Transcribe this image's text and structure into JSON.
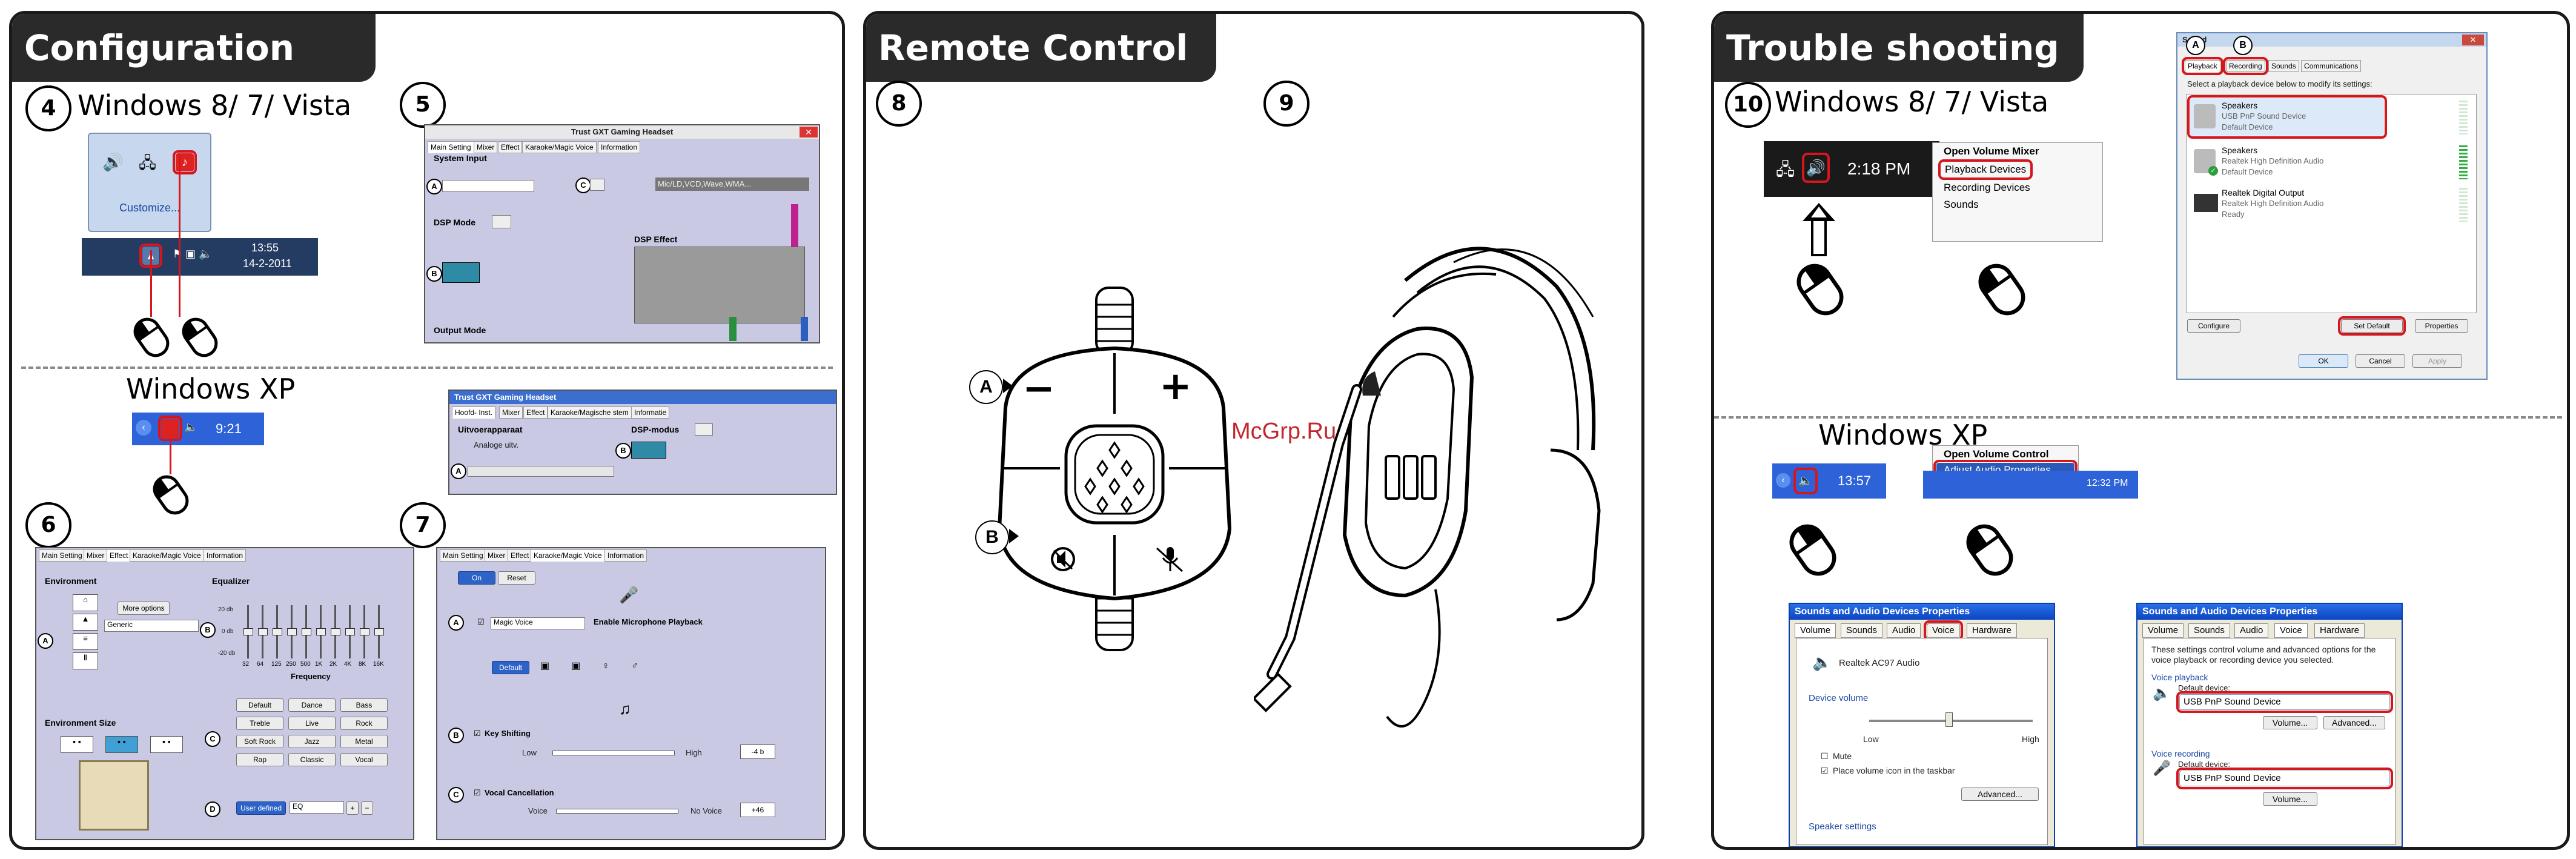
{
  "config": {
    "title": "Configuration",
    "s4": {
      "num": "4",
      "label": "Windows 8/ 7/ Vista",
      "customize": "Customize...",
      "time": "13:55",
      "date": "14-2-2011"
    },
    "xp": {
      "label": "Windows XP",
      "time": "9:21"
    },
    "s5": {
      "num": "5",
      "title": "Trust GXT Gaming Headset",
      "tabs": [
        "Main Setting",
        "Mixer",
        "Effect",
        "Karaoke/Magic Voice",
        "Information"
      ],
      "system_input": "System Input",
      "dsp_mode": "DSP Mode",
      "dsp_effect": "DSP Effect",
      "output_mode": "Output Mode",
      "dropdown": "Mic/LD,VCD,Wave,WMA...",
      "a": "A",
      "b": "B",
      "c": "C",
      "nl_title": "Trust GXT Gaming Headset",
      "nl_tabs": [
        "Hoofd- Inst.",
        "Mixer",
        "Effect",
        "Karaoke/Magische stem",
        "Informatie"
      ],
      "uitvoer": "Uitvoerapparaat",
      "analoge": "Analoge uitv.",
      "dsp_modus": "DSP-modus",
      "a2": "A",
      "b2": "B"
    },
    "s6": {
      "num": "6",
      "tabs": [
        "Main Setting",
        "Mixer",
        "Effect",
        "Karaoke/Magic Voice",
        "Information"
      ],
      "environment": "Environment",
      "more_options": "More options",
      "generic": "Generic",
      "env_size": "Environment Size",
      "equalizer": "Equalizer",
      "frequency": "Frequency",
      "db_top": "20 db",
      "db_mid": "0 db",
      "db_bot": "-20 db",
      "freqs": [
        "32",
        "64",
        "125",
        "250",
        "500",
        "1K",
        "2K",
        "4K",
        "8K",
        "16K"
      ],
      "presets": [
        "Default",
        "Dance",
        "Bass",
        "Treble",
        "Live",
        "Rock",
        "Soft Rock",
        "Jazz",
        "Metal",
        "Rap",
        "Classic",
        "Vocal"
      ],
      "user_defined": "User defined",
      "eq_value": "EQ",
      "a": "A",
      "b": "B",
      "c": "C",
      "d": "D"
    },
    "s7": {
      "num": "7",
      "tabs": [
        "Main Setting",
        "Mixer",
        "Effect",
        "Karaoke/Magic Voice",
        "Information"
      ],
      "on": "On",
      "reset": "Reset",
      "magic_voice": "Magic Voice",
      "enable_mic": "Enable Microphone Playback",
      "default": "Default",
      "key_shifting": "Key Shifting",
      "low": "Low",
      "high": "High",
      "key_val": "-4 b",
      "vocal_cancel": "Vocal Cancellation",
      "voice": "Voice",
      "no_voice": "No Voice",
      "vc_val": "+46",
      "a": "A",
      "b": "B",
      "c": "C"
    }
  },
  "remote": {
    "title": "Remote Control",
    "s8": {
      "num": "8",
      "minus": "−",
      "plus": "+",
      "a": "A",
      "b": "B"
    },
    "s9": {
      "num": "9"
    },
    "watermark": "McGrp.Ru"
  },
  "trouble": {
    "title": "Trouble shooting",
    "s10": {
      "num": "10",
      "label": "Windows 8/ 7/ Vista",
      "time": "2:18 PM",
      "menu": [
        "Open Volume Mixer",
        "Playback Devices",
        "Recording Devices",
        "Sounds"
      ]
    },
    "sound": {
      "title": "Sound",
      "tabs": [
        "Playback",
        "Recording",
        "Sounds",
        "Communications"
      ],
      "instr": "Select a playback device below to modify its settings:",
      "devices": [
        {
          "name": "Speakers",
          "sub1": "USB PnP Sound Device",
          "sub2": "Default Device"
        },
        {
          "name": "Speakers",
          "sub1": "Realtek High Definition Audio",
          "sub2": "Default Device"
        },
        {
          "name": "Realtek Digital Output",
          "sub1": "Realtek High Definition Audio",
          "sub2": "Ready"
        }
      ],
      "configure": "Configure",
      "set_default": "Set Default",
      "properties": "Properties",
      "ok": "OK",
      "cancel": "Cancel",
      "apply": "Apply",
      "a": "A",
      "b": "B"
    },
    "xp": {
      "label": "Windows XP",
      "time1": "13:57",
      "time2": "12:32 PM",
      "menu": [
        "Open Volume Control",
        "Adjust Audio Properties"
      ]
    },
    "dlg1": {
      "title": "Sounds and Audio Devices Properties",
      "tabs": [
        "Volume",
        "Sounds",
        "Audio",
        "Voice",
        "Hardware"
      ],
      "device": "Realtek AC97 Audio",
      "device_volume": "Device volume",
      "low": "Low",
      "high": "High",
      "mute": "Mute",
      "place_icon": "Place volume icon in the taskbar",
      "advanced": "Advanced...",
      "speaker_settings": "Speaker settings"
    },
    "dlg2": {
      "title": "Sounds and Audio Devices Properties",
      "tabs": [
        "Volume",
        "Sounds",
        "Audio",
        "Voice",
        "Hardware"
      ],
      "intro": "These settings control volume and advanced options for the voice playback or recording device you selected.",
      "voice_playback": "Voice playback",
      "default_device": "Default device:",
      "playback_dev": "USB PnP Sound Device",
      "volume": "Volume...",
      "advanced": "Advanced...",
      "voice_recording": "Voice recording",
      "recording_dev": "USB PnP Sound Device"
    }
  }
}
